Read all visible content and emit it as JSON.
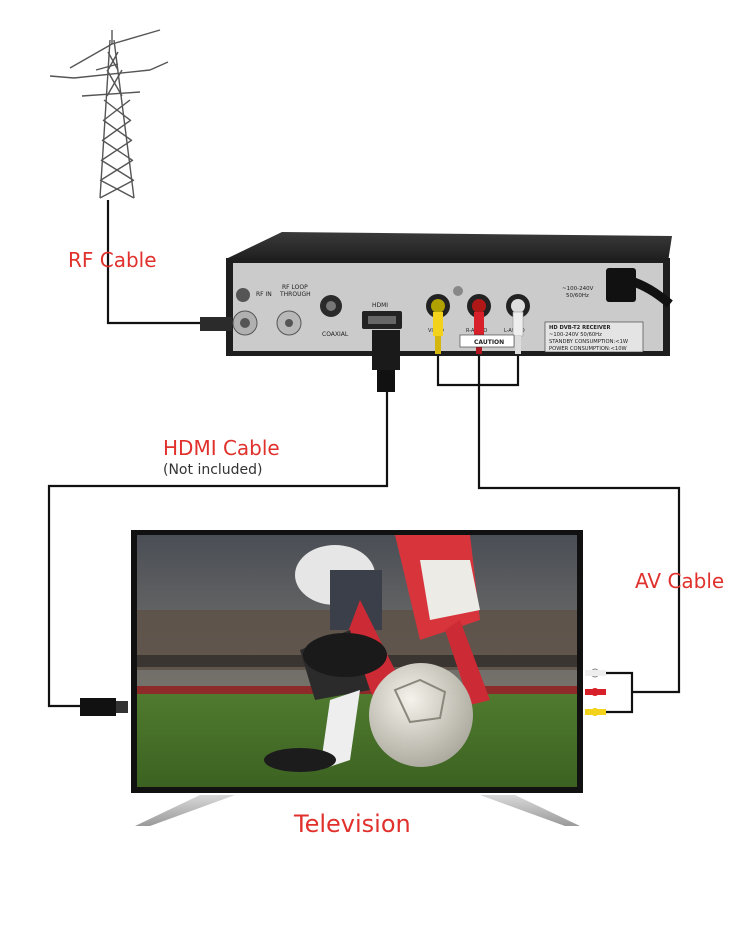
{
  "labels": {
    "rf_cable": "RF Cable",
    "hdmi_cable": "HDMI Cable",
    "hdmi_note": "(Not included)",
    "av_cable": "AV Cable",
    "television": "Television"
  },
  "receiver": {
    "rf_in": "RF IN",
    "rf_loop_1": "RF LOOP",
    "rf_loop_2": "THROUGH",
    "coaxial": "COAXIAL",
    "hdmi": "HDMI",
    "video": "VIDEO",
    "r_audio": "R-AUDIO",
    "l_audio": "L-AUDIO",
    "power_1": "~100-240V",
    "power_2": "50/60Hz",
    "caution": "CAUTION",
    "spec_title": "HD DVB-T2 RECEIVER",
    "spec_1": "~100-240V 50/60Hz",
    "spec_2": "STANDBY CONSUMPTION:<1W",
    "spec_3": "POWER CONSUMPTION:<10W"
  },
  "colors": {
    "label_red": "#e0312d",
    "cable_black": "#111111",
    "receiver_body": "#2a2a2a",
    "receiver_panel": "#c9c9c9",
    "rca_yellow": "#f2d21b",
    "rca_red": "#d8202a",
    "rca_white": "#eeeeee"
  }
}
